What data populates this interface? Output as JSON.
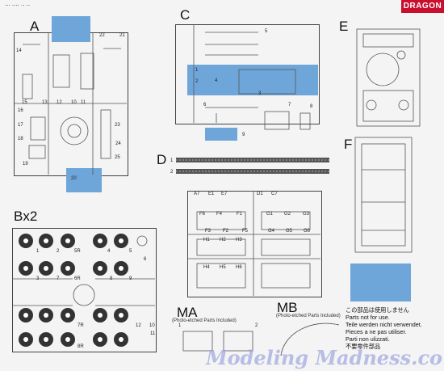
{
  "header": {
    "partno": "... .... .. ..",
    "brand": "DRAGON"
  },
  "sprues": {
    "A": "A",
    "C": "C",
    "D": "D",
    "E": "E",
    "F": "F",
    "Bx2": "Bx2",
    "MA": "MA",
    "MB": "MB"
  },
  "notes": {
    "ma": "(Photo-etched Parts Included)",
    "mb": "(Photo-etched Parts Included)"
  },
  "legend": {
    "text": "この部品は使用しません\nParts not for use.\nTeile werden nicht verwendet.\nPieces a ne pas utiliser.\nParti non ulizzati.\n不要零件部品"
  },
  "watermark": "Modeling Madness.com",
  "part_numbers": {
    "a": [
      "14",
      "15",
      "16",
      "17",
      "18",
      "19",
      "20",
      "21",
      "22",
      "23",
      "24",
      "25",
      "10",
      "11",
      "12",
      "13"
    ],
    "c": [
      "1",
      "2",
      "3",
      "4",
      "5",
      "6",
      "7",
      "8",
      "9"
    ],
    "d": [
      "1",
      "2"
    ],
    "ma": [
      "1",
      "2"
    ],
    "b": [
      "1",
      "2",
      "3",
      "4",
      "5",
      "6",
      "7",
      "8",
      "9",
      "10",
      "11",
      "12",
      "5R",
      "6R",
      "7R",
      "8R"
    ],
    "g": [
      "F6",
      "F4",
      "F1",
      "F3",
      "F2",
      "F5",
      "G1",
      "G2",
      "G3",
      "G4",
      "G5",
      "G6",
      "H1",
      "H2",
      "H3",
      "H4",
      "H5",
      "H6",
      "A7",
      "E1",
      "E7",
      "D1",
      "C7"
    ]
  },
  "colors": {
    "blue": "#6fa6d9",
    "brand": "#c8102e",
    "watermark": "#96a0dc"
  }
}
